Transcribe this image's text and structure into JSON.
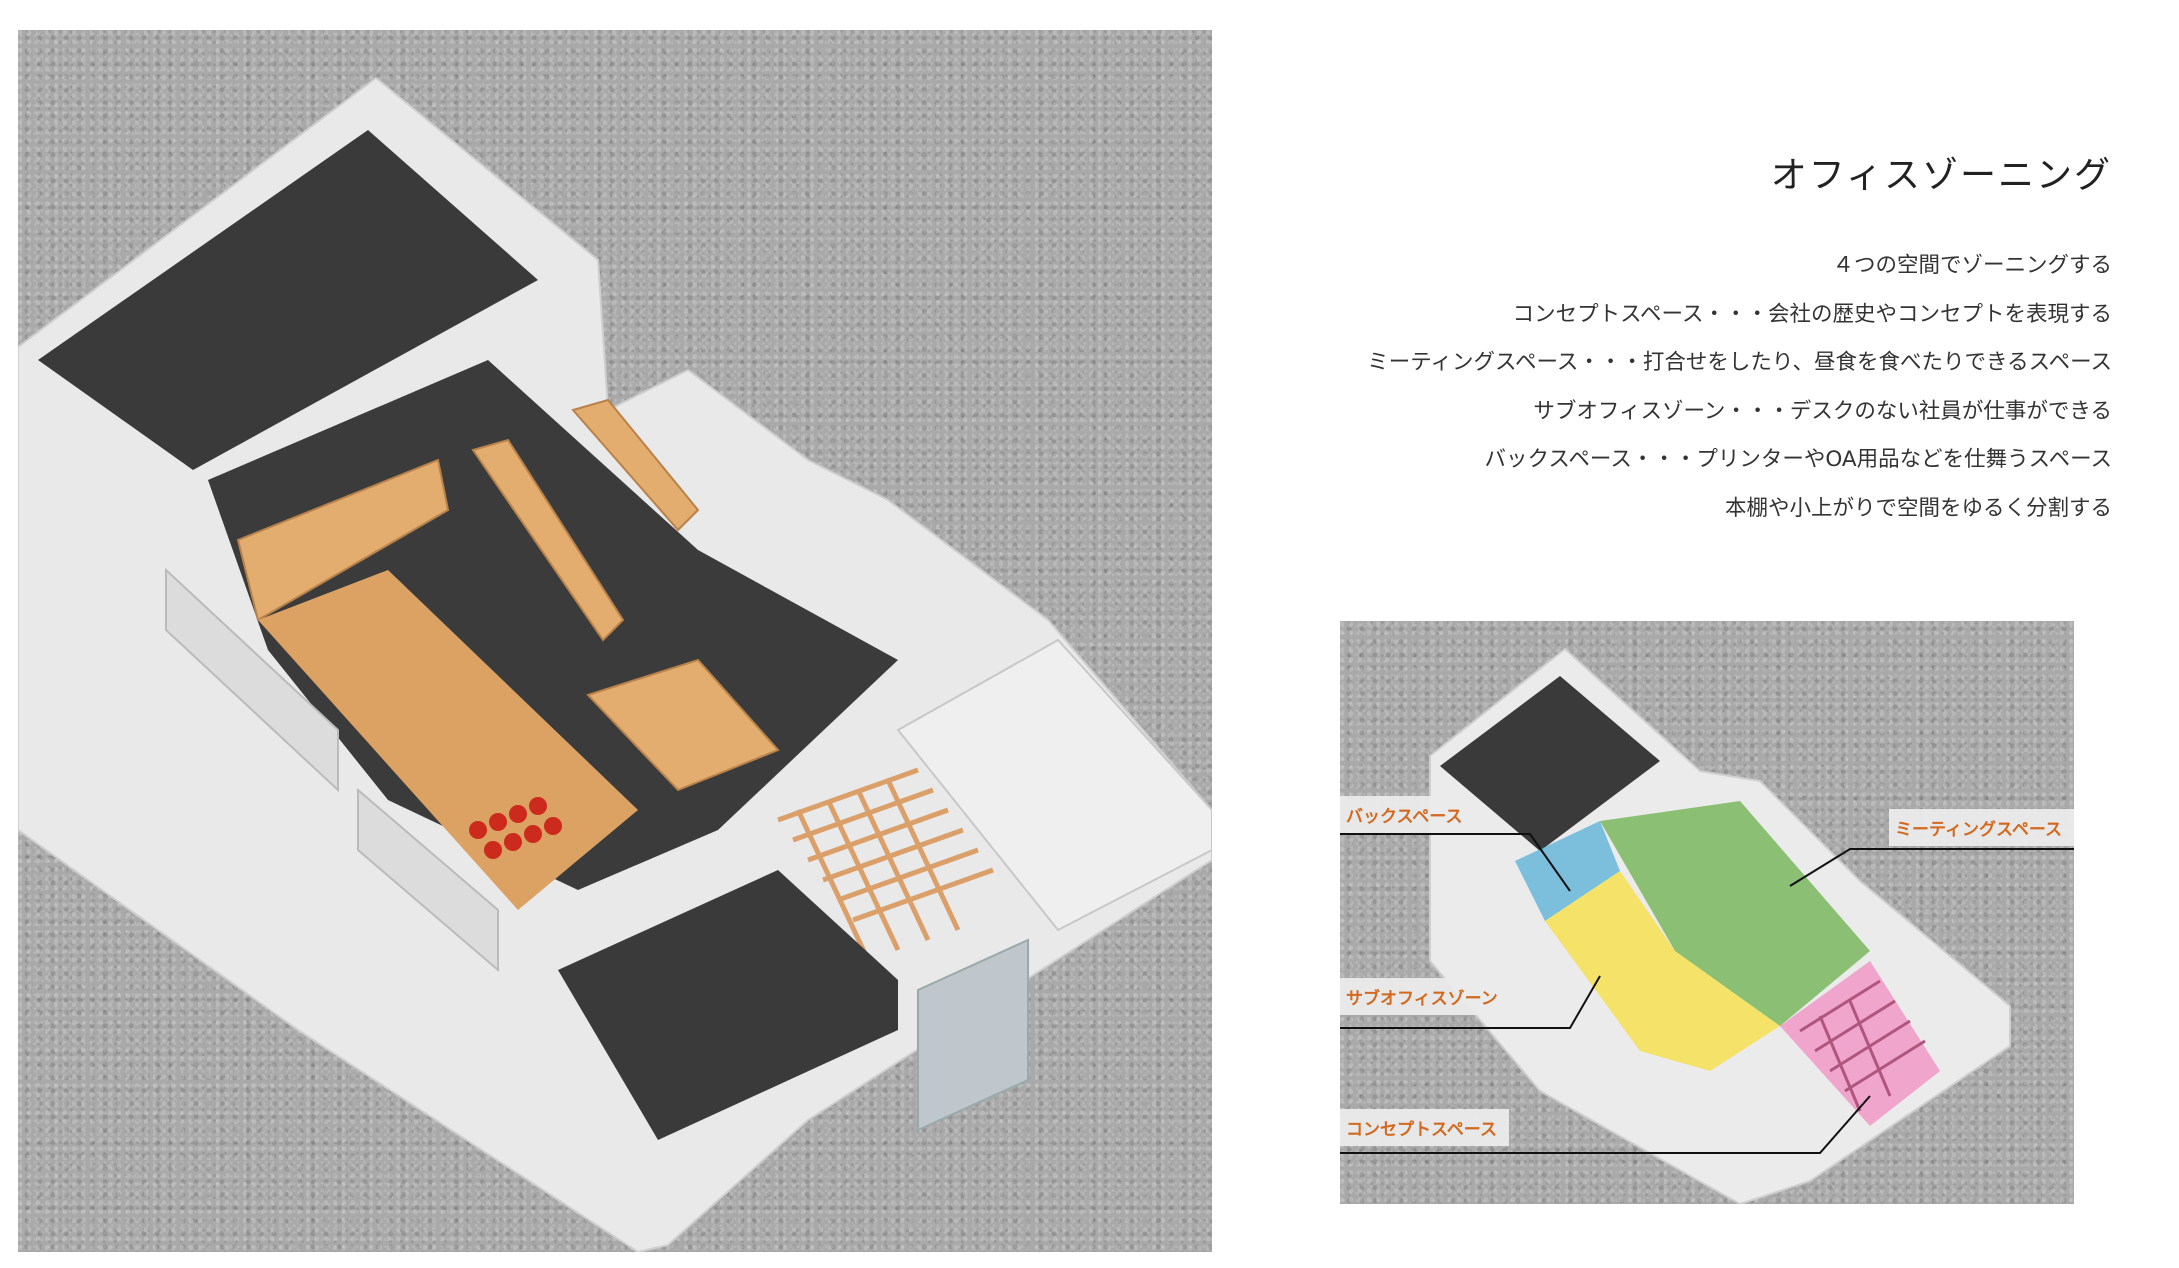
{
  "header": {
    "title": "オフィスゾーニング"
  },
  "description": {
    "lines": [
      "４つの空間でゾーニングする",
      "コンセプトスペース・・・会社の歴史やコンセプトを表現する",
      "ミーティングスペース・・・打合せをしたり、昼食を食べたりできるスペース",
      "サブオフィスゾーン・・・デスクのない社員が仕事ができる",
      "バックスペース・・・プリンターやOA用品などを仕舞うスペース",
      "本棚や小上がりで空間をゆるく分割する"
    ]
  },
  "zone_map": {
    "labels": {
      "back_space": "バックスペース",
      "meeting_space": "ミーティングスペース",
      "sub_office": "サブオフィスゾーン",
      "concept_space": "コンセプトスペース"
    },
    "colors": {
      "back_space": "#3fa7d6",
      "meeting_space": "#6ab04c",
      "sub_office": "#f7e03c",
      "concept_space": "#f28fc1",
      "label_text": "#d2691e"
    }
  },
  "colors": {
    "wall": "#f2f2f2",
    "floor_carpet": "#3a3a3a",
    "wood": "#e0a868",
    "ground": "#a9a9a9",
    "chair_red": "#cc2a1c"
  }
}
